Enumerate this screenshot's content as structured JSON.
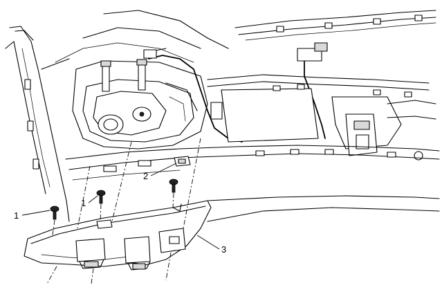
{
  "callouts": [
    {
      "id": "label-1-left",
      "text": "1"
    },
    {
      "id": "label-1-center",
      "text": "1"
    },
    {
      "id": "label-2",
      "text": "2"
    },
    {
      "id": "label-3",
      "text": "3"
    }
  ]
}
